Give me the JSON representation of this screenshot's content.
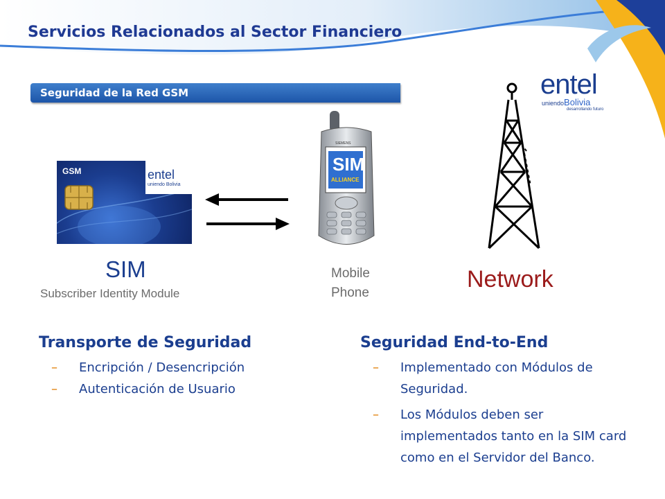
{
  "header": {
    "title": "Servicios Relacionados al Sector Financiero"
  },
  "banner": {
    "label": "Seguridad de la Red GSM"
  },
  "logo": {
    "brand": "entel",
    "line1_prefix": "uniendo",
    "line1_emph": "Bolivia",
    "line2": "desarrollando futuro"
  },
  "diagram": {
    "sim": {
      "title": "SIM",
      "subtitle": "Subscriber Identity Module",
      "card_gsm_text": "GSM",
      "card_brand": "entel",
      "card_tagline": "uniendo Bolivia"
    },
    "phone": {
      "label_line1": "Mobile",
      "label_line2": "Phone",
      "brand": "SIEMENS",
      "screen_text": "SIM",
      "screen_sub": "ALLIANCE"
    },
    "network": {
      "title": "Network"
    }
  },
  "left_column": {
    "heading": "Transporte de Seguridad",
    "bullets": [
      "Encripción / Desencripción",
      "Autenticación de Usuario"
    ]
  },
  "right_column": {
    "heading": "Seguridad End-to-End",
    "bullets": [
      "Implementado con Módulos de Seguridad.",
      "Los Módulos deben ser implementados tanto en la SIM card como en el Servidor del Banco."
    ]
  },
  "colors": {
    "title_blue": "#1f3a93",
    "text_blue": "#1b3e8f",
    "network_red": "#9b1b1b",
    "bullet_orange": "#e07b00",
    "swoosh_yellow": "#f6b21a",
    "swoosh_lightblue": "#9cc8ea"
  }
}
